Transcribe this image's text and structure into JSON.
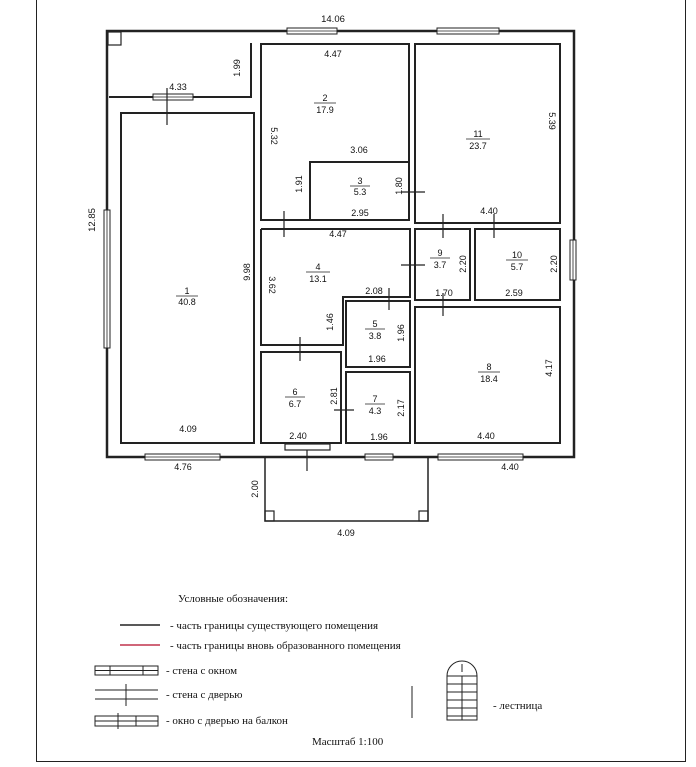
{
  "overall": {
    "top_width": "14.06",
    "left_height": "12.85"
  },
  "terrace": {
    "height": "1.99",
    "width": "4.33"
  },
  "rooms": {
    "r1": {
      "num": "1",
      "area": "40.8",
      "dim_bottom": "4.09",
      "dim_side": "9.98"
    },
    "r2": {
      "num": "2",
      "area": "17.9",
      "dim_top": "4.47",
      "dim_side": "5.32",
      "dim_bottom": "3.06"
    },
    "r3": {
      "num": "3",
      "area": "5.3",
      "dim_left": "1.91",
      "dim_right": "1.80",
      "dim_bottom": "2.95"
    },
    "r4": {
      "num": "4",
      "area": "13.1",
      "dim_top": "4.47",
      "dim_left": "3.62",
      "dim_b1": "2.08",
      "dim_b2": "1.46"
    },
    "r5": {
      "num": "5",
      "area": "3.8",
      "dim_side": "1.96",
      "dim_bottom": "1.96"
    },
    "r6": {
      "num": "6",
      "area": "6.7",
      "dim_side": "2.81",
      "dim_bottom": "2.40"
    },
    "r7": {
      "num": "7",
      "area": "4.3",
      "dim_side": "2.17",
      "dim_bottom": "1.96"
    },
    "r8": {
      "num": "8",
      "area": "18.4",
      "dim_side": "4.17",
      "dim_bottom": "4.40"
    },
    "r9": {
      "num": "9",
      "area": "3.7",
      "dim_side": "2.20",
      "dim_bottom": "1.70"
    },
    "r10": {
      "num": "10",
      "area": "5.7",
      "dim_side": "2.20",
      "dim_bottom": "2.59"
    },
    "r11": {
      "num": "11",
      "area": "23.7",
      "dim_side": "5.39",
      "dim_bottom": "4.40"
    }
  },
  "outer": {
    "bottom_left": "4.76",
    "bottom_right": "4.40"
  },
  "porch": {
    "height": "2.00",
    "width": "4.09"
  },
  "legend": {
    "title": "Условные обозначения:",
    "existing": "- часть границы существующего помещения",
    "new": "- часть границы вновь образованного помещения",
    "wall_window": "- стена с окном",
    "wall_door": "- стена с дверью",
    "window_door": "- окно с дверью на балкон",
    "stairs": "- лестница",
    "scale": "Масштаб 1:100"
  },
  "colors": {
    "new_boundary": "#c0334d",
    "ink": "#222222"
  }
}
